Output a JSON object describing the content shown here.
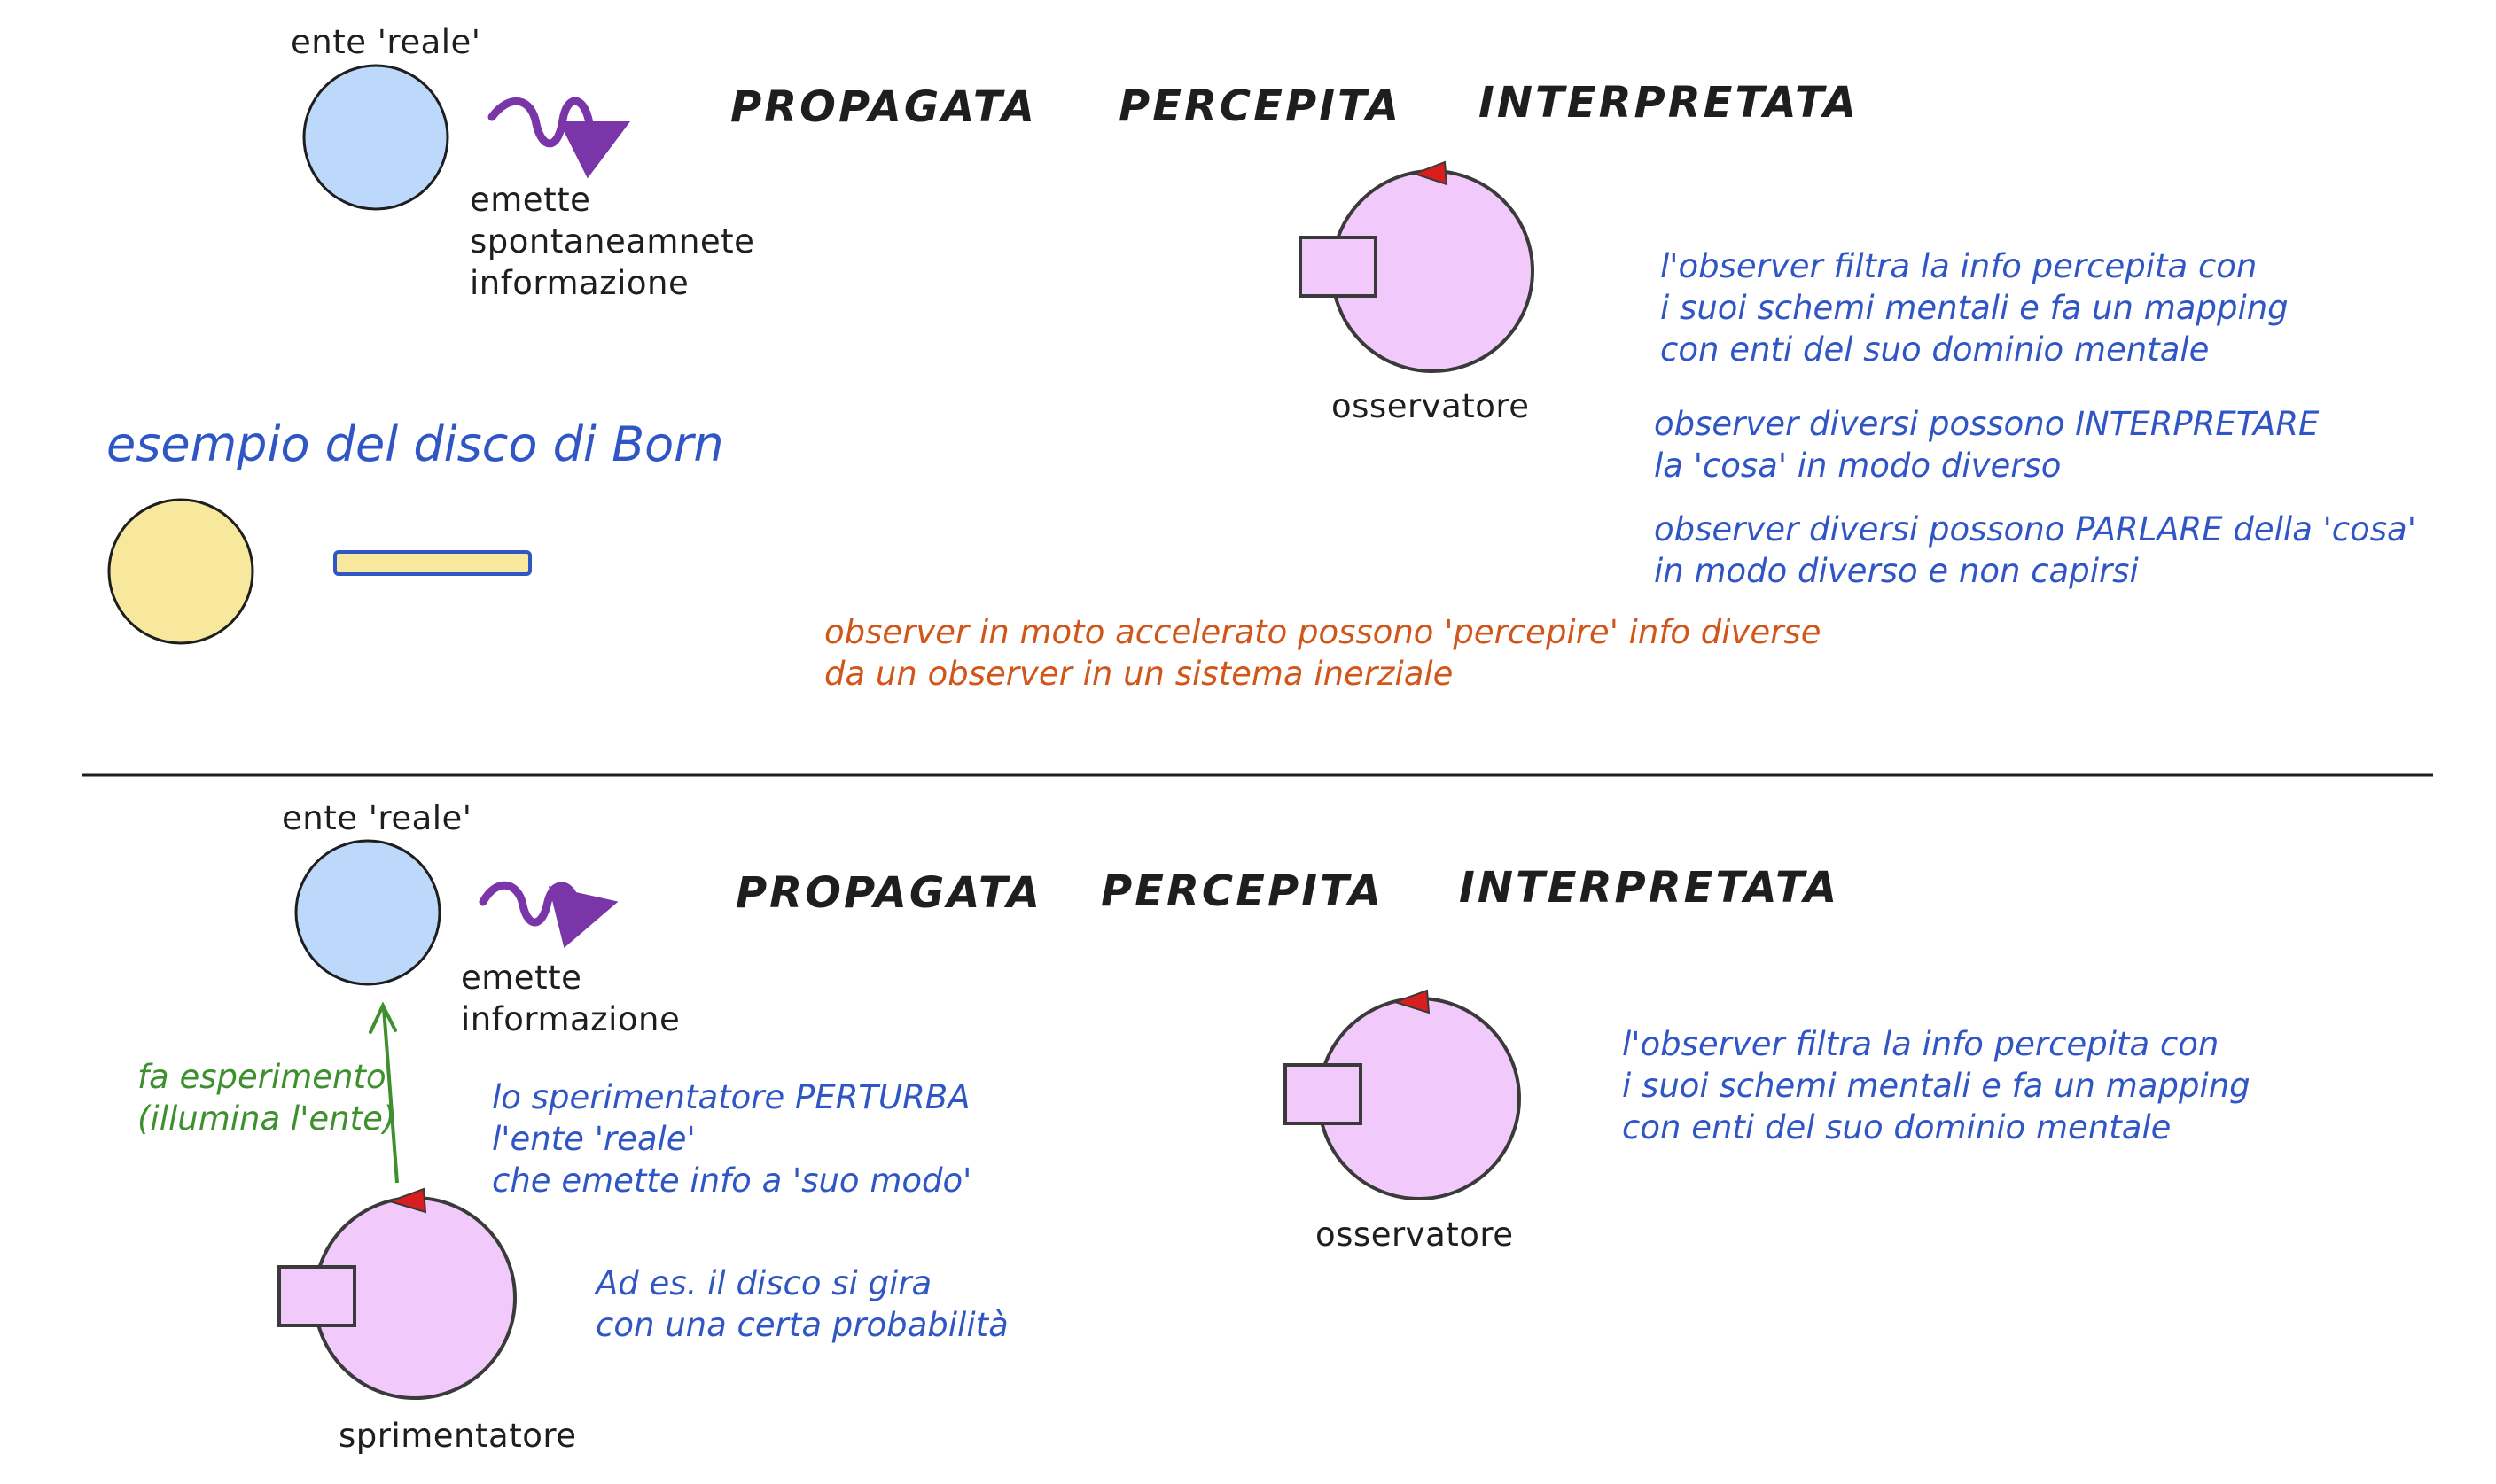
{
  "top": {
    "ente_label": "ente 'reale'",
    "emette_lines": [
      "emette",
      "spontaneamnete",
      "informazione"
    ],
    "stage_propagata": "PROPAGATA",
    "stage_percepita": "PERCEPITA",
    "stage_interpretata": "INTERPRETATA",
    "observer_label": "osservatore",
    "note_filter_lines": [
      "l'observer filtra la info percepita con",
      "i suoi schemi mentali e fa un mapping",
      "con enti del suo dominio mentale"
    ],
    "note_interpret_lines": [
      "observer diversi possono INTERPRETARE",
      "la 'cosa' in modo diverso"
    ],
    "note_talk_lines": [
      "observer diversi possono PARLARE della 'cosa'",
      "in modo diverso e non capirsi"
    ],
    "born_heading": "esempio del disco di Born",
    "note_accel_lines": [
      "observer in moto accelerato possono 'percepire' info diverse",
      "da un observer in un sistema inerziale"
    ]
  },
  "bottom": {
    "ente_label": "ente 'reale'",
    "emette_lines": [
      "emette",
      "informazione"
    ],
    "stage_propagata": "PROPAGATA",
    "stage_percepita": "PERCEPITA",
    "stage_interpretata": "INTERPRETATA",
    "experiment_lines": [
      "fa esperimento",
      "(illumina l'ente)"
    ],
    "perturb_lines": [
      "lo sperimentatore PERTURBA",
      "l'ente 'reale'",
      "che emette info a 'suo modo'"
    ],
    "example_lines": [
      "Ad es. il disco si gira",
      "con una certa probabilità"
    ],
    "experimenter_label": "sprimentatore",
    "observer_label": "osservatore",
    "note_filter_lines": [
      "l'observer filtra la info percepita con",
      "i suoi schemi mentali e fa un mapping",
      "con enti del suo dominio mentale"
    ]
  },
  "colors": {
    "ente_fill": "#bcd8fb",
    "observer_fill": "#f1c9fa",
    "disc_fill": "#f8e89e",
    "wave_stroke": "#7a35a8",
    "marker_red": "#d81e1e",
    "note_blue": "#2f56c4",
    "note_orange": "#d0561a",
    "note_green": "#3e8f2e"
  }
}
